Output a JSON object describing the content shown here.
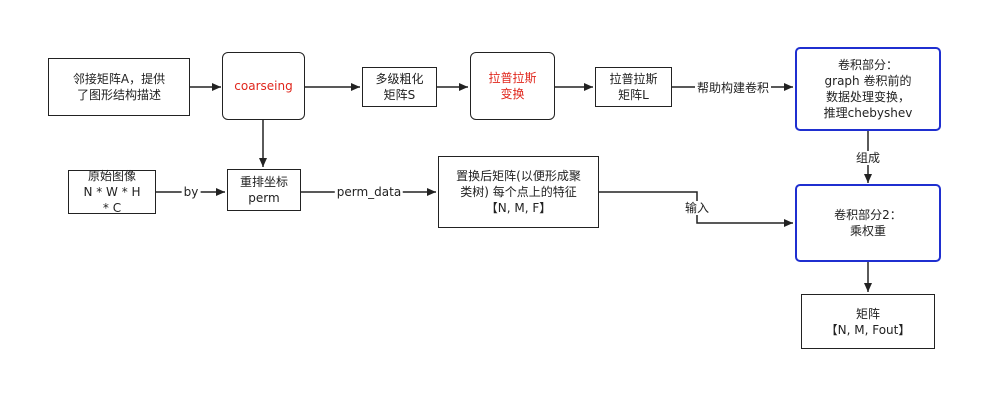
{
  "nodes": {
    "adjacency": "邻接矩阵A，提供\n了图形结构描述",
    "coarsening": "coarseing",
    "multilevel": "多级粗化\n矩阵S",
    "laplace_transform": "拉普拉斯\n变换",
    "laplace_matrix": "拉普拉斯\n矩阵L",
    "conv_part1": "卷积部分：\ngraph 卷积前的\n数据处理变换，\n推理chebyshev",
    "original_image": "原始图像\nN * W * H\n* C",
    "rearrange": "重排坐标\nperm",
    "permuted": "置换后矩阵(以便形成聚\n类树) 每个点上的特征\n【N, M, F】",
    "conv_part2": "卷积部分2：\n乘权重",
    "result": "矩阵\n【N, M, Fout】"
  },
  "edge_labels": {
    "help_build": "帮助构建卷积",
    "by": "by",
    "perm_data": "perm_data",
    "input": "输入",
    "compose": "组成"
  },
  "colors": {
    "accent_blue": "#1f2fd0",
    "highlight_red": "#e0261c",
    "stroke": "#222222"
  }
}
